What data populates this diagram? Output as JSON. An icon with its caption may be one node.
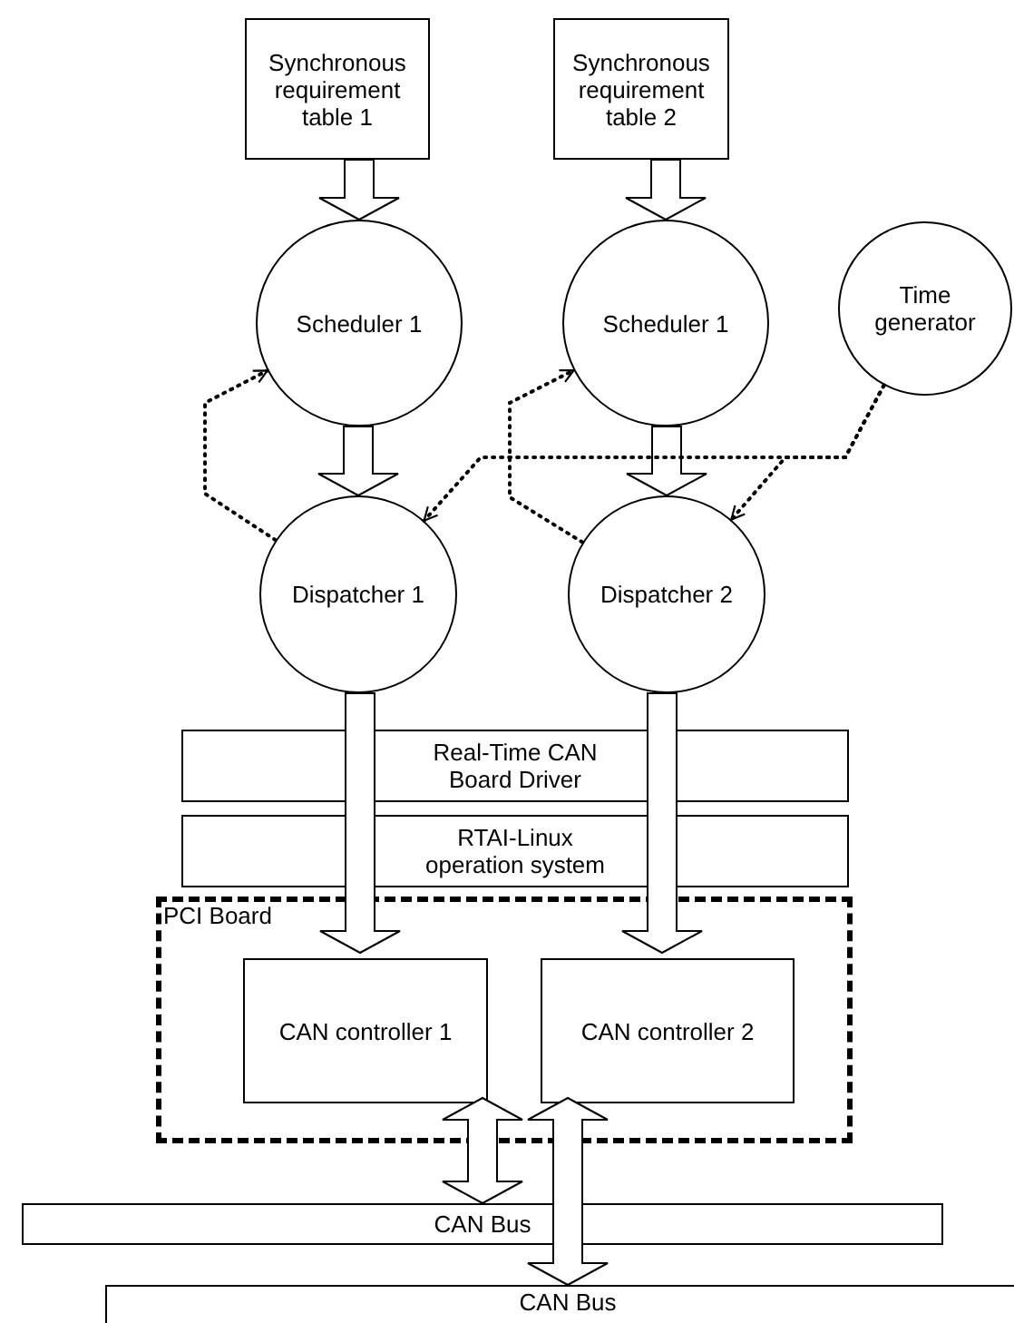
{
  "diagram": {
    "nodes": [
      {
        "text": [
          "Synchronous requirement table 1"
        ]
      },
      {
        "text": [
          "Synchronous requirement table 2"
        ]
      },
      {
        "text": [
          "Scheduler 1"
        ]
      },
      {
        "text": [
          "Scheduler 1"
        ]
      },
      {
        "text": [
          "Time generator"
        ]
      },
      {
        "text": [
          "Dispatcher 1"
        ]
      },
      {
        "text": [
          "Dispatcher 2"
        ]
      },
      {
        "text": [
          "Real-Time CAN Board Driver"
        ]
      },
      {
        "text": [
          "RTAI-Linux operation system"
        ]
      },
      {
        "text": [
          "PCI Board"
        ]
      },
      {
        "text": [
          "CAN controller 1"
        ],
        "in": 9
      },
      {
        "text": [
          "CAN controller 2"
        ],
        "in": 9
      },
      {
        "text": [
          "CAN Bus"
        ]
      },
      {
        "text": [
          "CAN Bus"
        ]
      }
    ],
    "edges": [
      {
        "from": 0,
        "to": 2,
        "arrow": "to"
      },
      {
        "from": 1,
        "to": 3,
        "arrow": "to"
      },
      {
        "from": 2,
        "to": 5,
        "arrow": "to"
      },
      {
        "from": 3,
        "to": 6,
        "arrow": "to"
      },
      {
        "from": 5,
        "to": 2,
        "arrow": "to",
        "style": "dashed"
      },
      {
        "from": 6,
        "to": 3,
        "arrow": "to",
        "style": "dashed"
      },
      {
        "from": 4,
        "to": 5,
        "arrow": "to",
        "style": "dashed"
      },
      {
        "from": 4,
        "to": 6,
        "arrow": "to",
        "style": "dashed"
      },
      {
        "from": 5,
        "to": 10,
        "arrow": "to"
      },
      {
        "from": 6,
        "to": 11,
        "arrow": "to"
      },
      {
        "from": 10,
        "to": 12,
        "arrow": "both"
      },
      {
        "from": 11,
        "to": 13,
        "arrow": "both"
      }
    ]
  }
}
